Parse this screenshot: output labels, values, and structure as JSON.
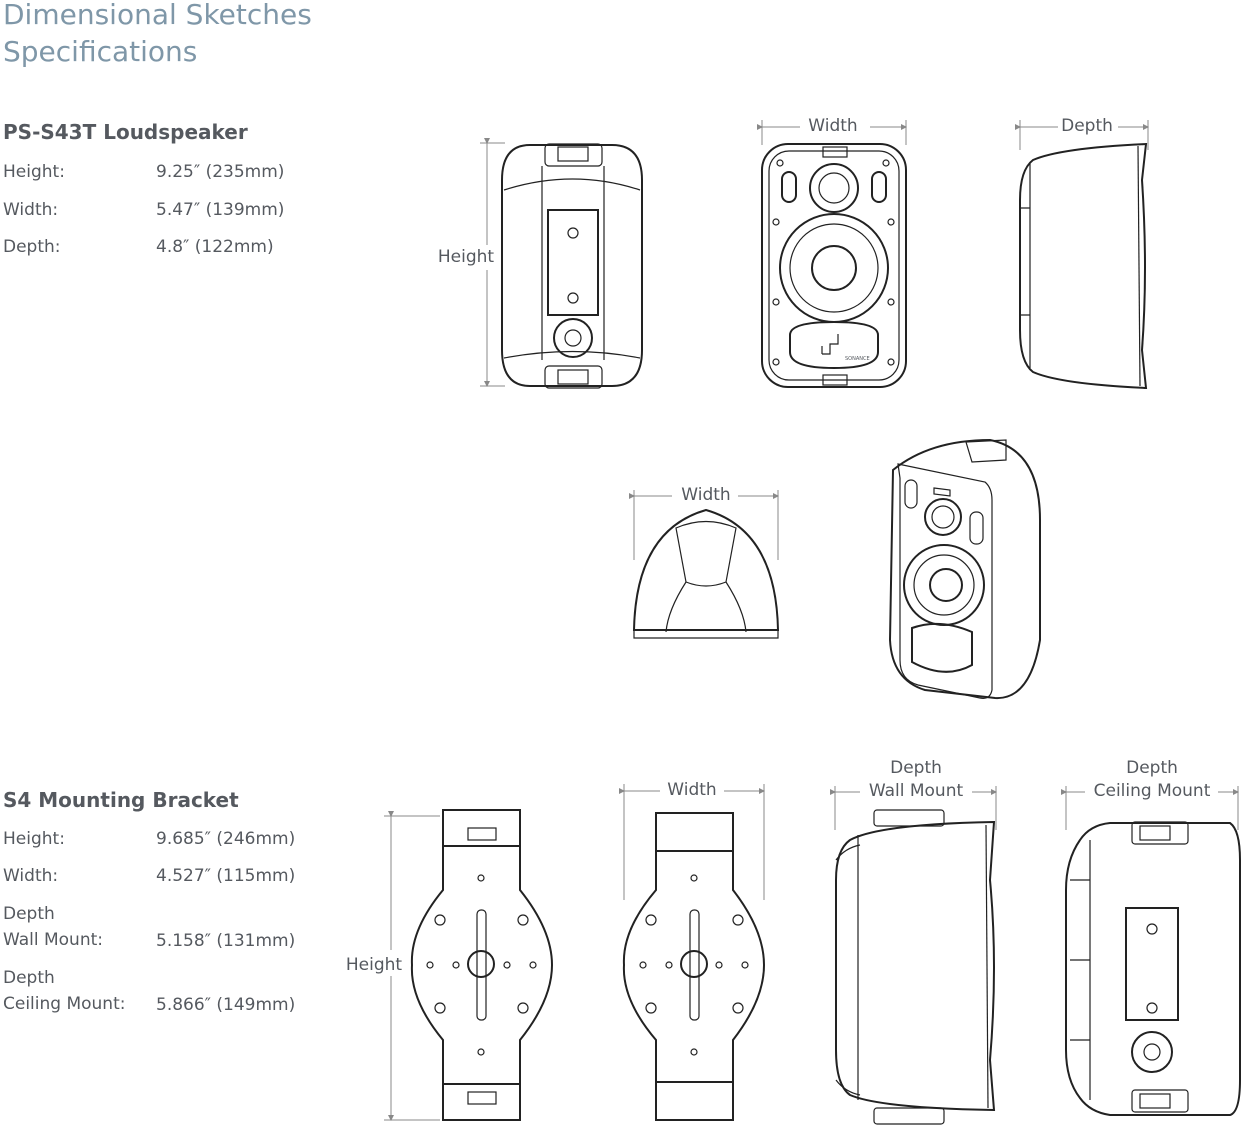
{
  "page": {
    "title_line1": "Dimensional Sketches",
    "title_line2": "Specifications"
  },
  "loudspeaker": {
    "heading": "PS-S43T Loudspeaker",
    "specs": [
      {
        "label": "Height:",
        "value": "9.25″ (235mm)"
      },
      {
        "label": "Width:",
        "value": "5.47″ (139mm)"
      },
      {
        "label": "Depth:",
        "value": "4.8″ (122mm)"
      }
    ]
  },
  "bracket": {
    "heading": "S4 Mounting Bracket",
    "specs": [
      {
        "label": "Height:",
        "value": "9.685″ (246mm)"
      },
      {
        "label": "Width:",
        "value": "4.527″ (115mm)"
      },
      {
        "label": "Depth\nWall Mount:",
        "value": "5.158″ (131mm)"
      },
      {
        "label": "Depth\nCeiling Mount:",
        "value": "5.866″ (149mm)"
      }
    ]
  },
  "dimension_labels": {
    "speaker_height": "Height",
    "speaker_width": "Width",
    "speaker_depth": "Depth",
    "speaker_top_width": "Width",
    "bracket_height": "Height",
    "bracket_width": "Width",
    "wall_depth_line1": "Depth",
    "wall_depth_line2": "Wall Mount",
    "ceiling_depth_line1": "Depth",
    "ceiling_depth_line2": "Ceiling Mount"
  },
  "logo": {
    "text": "SONANCE"
  }
}
